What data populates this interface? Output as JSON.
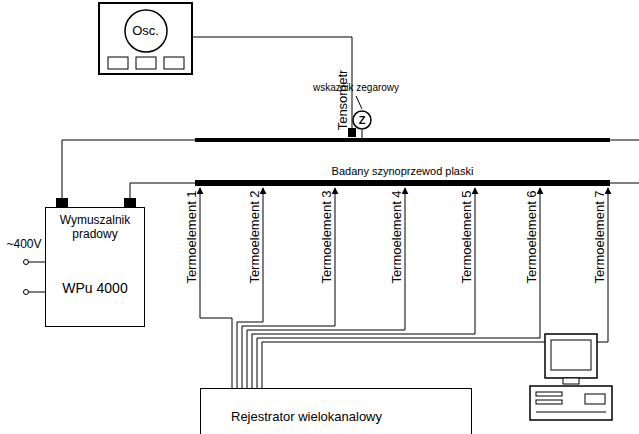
{
  "diagram": {
    "nodes": [
      {
        "text": [
          "Osc."
        ]
      },
      {
        "text": [
          "Wymuszalnik pradowy",
          "WPu 4000"
        ]
      },
      {
        "text": [
          "Badany szynoprzewod plaski"
        ]
      },
      {
        "text": [
          "Rejestrator wielokanalowy"
        ]
      }
    ],
    "edges": [
      {
        "from": 1,
        "to": 2,
        "arrow": "none"
      }
    ],
    "labels": [
      "Tensometr",
      "wskaznik zegarowy",
      "Z",
      "Termoelement 1",
      "Termoelement 2",
      "Termoelement 3",
      "Termoelement 4",
      "Termoelement 5",
      "Termoelement 6",
      "Termoelement 7",
      "~400V"
    ]
  }
}
